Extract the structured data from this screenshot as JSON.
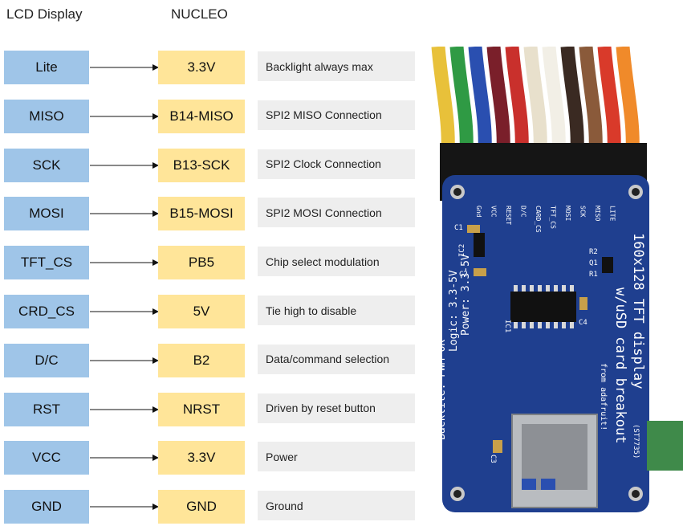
{
  "headers": {
    "lcd": "LCD Display",
    "nucleo": "NUCLEO"
  },
  "rows": [
    {
      "lcd": "Lite",
      "nucleo": "3.3V",
      "desc": "Backlight always max"
    },
    {
      "lcd": "MISO",
      "nucleo": "B14-MISO",
      "desc": "SPI2 MISO Connection"
    },
    {
      "lcd": "SCK",
      "nucleo": "B13-SCK",
      "desc": "SPI2 Clock Connection"
    },
    {
      "lcd": "MOSI",
      "nucleo": "B15-MOSI",
      "desc": "SPI2 MOSI Connection"
    },
    {
      "lcd": "TFT_CS",
      "nucleo": "PB5",
      "desc": "Chip select modulation"
    },
    {
      "lcd": "CRD_CS",
      "nucleo": "5V",
      "desc": "Tie high to disable"
    },
    {
      "lcd": "D/C",
      "nucleo": "B2",
      "desc": "Data/command selection"
    },
    {
      "lcd": "RST",
      "nucleo": "NRST",
      "desc": "Driven by reset button"
    },
    {
      "lcd": "VCC",
      "nucleo": "3.3V",
      "desc": "Power"
    },
    {
      "lcd": "GND",
      "nucleo": "GND",
      "desc": "Ground"
    }
  ],
  "photo": {
    "board_title": "160x128 TFT display",
    "board_subtitle": "w/uSD card breakout",
    "board_part": "(ST7735)",
    "board_vendor": "from adafruit!",
    "power_line": "Power: 3.3-5V",
    "logic_line": "Logic: 3.3-5V",
    "backlite_line": "Backlite: PWM OK",
    "pin_labels": [
      "Gnd",
      "VCC",
      "RESET",
      "D/C",
      "CARD_CS",
      "TFT_CS",
      "MOSI",
      "SCK",
      "MISO",
      "LITE"
    ],
    "ic_labels": [
      "C1",
      "IC2",
      "C2",
      "R2",
      "Q1",
      "R1",
      "IC1",
      "C4",
      "C3"
    ],
    "wire_colors": [
      "#e8c13a",
      "#2f9a44",
      "#2a4fb0",
      "#7a1f2a",
      "#c9302c",
      "#e8e0cc",
      "#f2efe6",
      "#3a2a22",
      "#8a5a3a",
      "#d93a2a",
      "#f08a2a"
    ],
    "board_color": "#1f3f8f"
  }
}
